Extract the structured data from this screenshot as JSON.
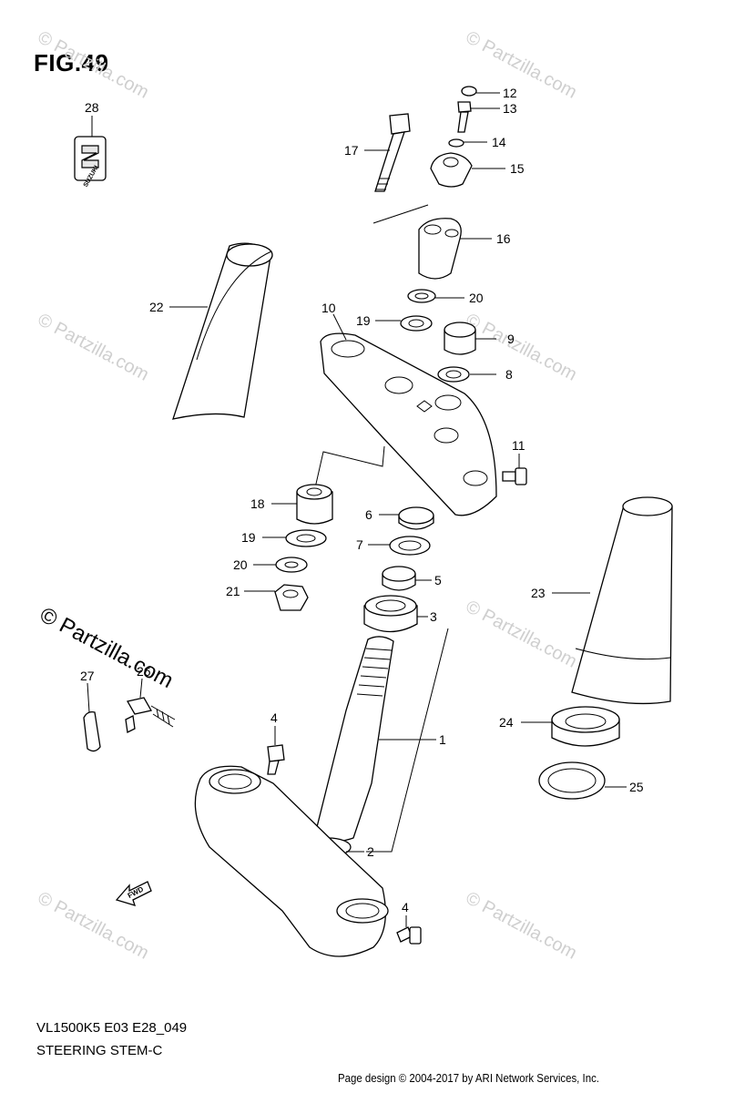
{
  "figure": {
    "title": "FIG.49",
    "model": "VL1500K5 E03 E28_049",
    "assembly": "STEERING STEM-C"
  },
  "footer": {
    "text": "Page design © 2004-2017 by ARI Network Services, Inc."
  },
  "watermark": {
    "text": "© Partzilla.com",
    "big_text": "© Partzilla.com"
  },
  "badges": {
    "brand": "SUZUKI",
    "direction": "FWD"
  },
  "callouts": [
    {
      "num": "1"
    },
    {
      "num": "2"
    },
    {
      "num": "3"
    },
    {
      "num": "4"
    },
    {
      "num": "4"
    },
    {
      "num": "5"
    },
    {
      "num": "6"
    },
    {
      "num": "7"
    },
    {
      "num": "8"
    },
    {
      "num": "9"
    },
    {
      "num": "10"
    },
    {
      "num": "11"
    },
    {
      "num": "12"
    },
    {
      "num": "13"
    },
    {
      "num": "14"
    },
    {
      "num": "15"
    },
    {
      "num": "16"
    },
    {
      "num": "17"
    },
    {
      "num": "18"
    },
    {
      "num": "19"
    },
    {
      "num": "19"
    },
    {
      "num": "20"
    },
    {
      "num": "20"
    },
    {
      "num": "21"
    },
    {
      "num": "22"
    },
    {
      "num": "23"
    },
    {
      "num": "24"
    },
    {
      "num": "25"
    },
    {
      "num": "26"
    },
    {
      "num": "27"
    },
    {
      "num": "28"
    }
  ]
}
